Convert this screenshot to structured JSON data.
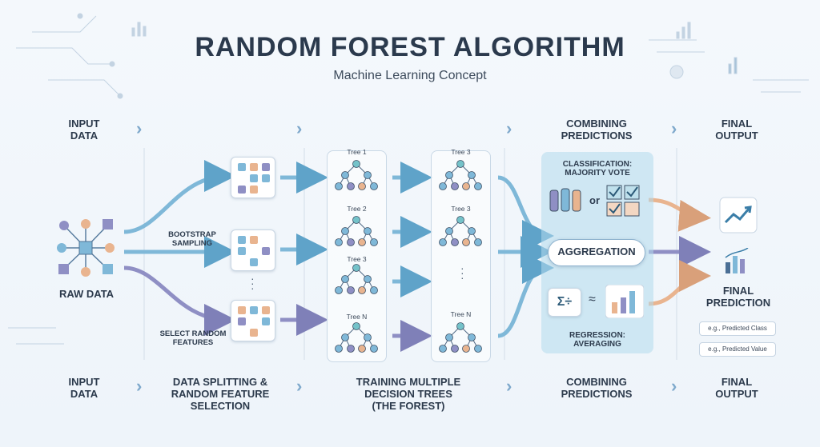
{
  "title": "RANDOM FOREST ALGORITHM",
  "subtitle": "Machine Learning Concept",
  "top_headers": {
    "input": "INPUT\nDATA",
    "combining": "COMBINING\nPREDICTIONS",
    "final": "FINAL\nOUTPUT"
  },
  "raw_data_label": "RAW DATA",
  "bootstrap_label": "BOOTSTRAP\nSAMPLING",
  "select_features_label": "SELECT RANDOM\nFEATURES",
  "tree_labels_col1": [
    "Tree 1",
    "Tree 2",
    "Tree 3",
    "Tree N"
  ],
  "tree_labels_col2": [
    "Tree 3",
    "Tree 3",
    "Tree N"
  ],
  "classification_label": "CLASSIFICATION:\nMAJORITY VOTE",
  "or_label": "or",
  "aggregation_label": "AGGREGATION",
  "regression_label": "REGRESSION:\nAVERAGING",
  "final_prediction_label": "FINAL\nPREDICTION",
  "predicted_class": "e.g., Predicted Class",
  "predicted_value": "e.g., Predicted Value",
  "bottom_headers": {
    "input": "INPUT\nDATA",
    "splitting": "DATA SPLITTING &\nRANDOM FEATURE\nSELECTION",
    "training": "TRAINING MULTIPLE\nDECISION TREES\n(THE FOREST)",
    "combining": "COMBINING\nPREDICTIONS",
    "final": "FINAL\nOUTPUT"
  },
  "colors": {
    "blue": "#7fb8d8",
    "teal": "#74c2c9",
    "orange": "#e9b48f",
    "purple": "#8f8fc4",
    "dark": "#2c3a4c"
  },
  "icons": [
    "chevron-right-icon",
    "network-icon",
    "tree-icon",
    "raised-hands-icon",
    "checkbox-icon",
    "sum-divide-icon",
    "bar-chart-icon",
    "trend-up-icon"
  ]
}
